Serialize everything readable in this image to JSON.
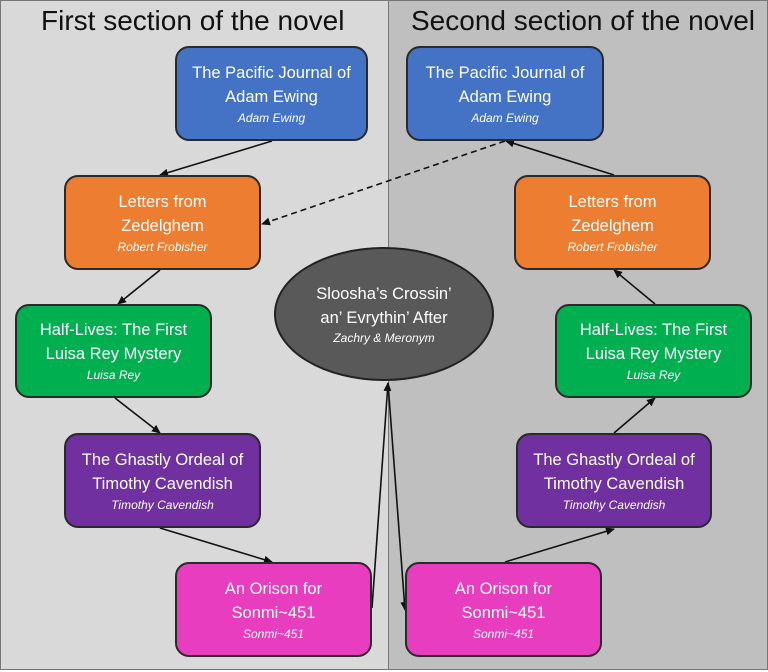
{
  "sections": {
    "left_title": "First section of the novel",
    "right_title": "Second section of the novel"
  },
  "nodes": {
    "pacific": {
      "title_lines": [
        "The Pacific Journal of",
        "Adam Ewing"
      ],
      "author": "Adam Ewing",
      "color": "#4472c4"
    },
    "letters": {
      "title_lines": [
        "Letters from",
        "Zedelghem"
      ],
      "author": "Robert Frobisher",
      "color": "#ed7d31"
    },
    "halflives": {
      "title_lines": [
        "Half-Lives: The First",
        "Luisa Rey Mystery"
      ],
      "author": "Luisa Rey",
      "color": "#00b050"
    },
    "ghastly": {
      "title_lines": [
        "The Ghastly Ordeal of",
        "Timothy Cavendish"
      ],
      "author": "Timothy Cavendish",
      "color": "#7030a0"
    },
    "orison": {
      "title_lines": [
        "An Orison for",
        "Sonmi~451"
      ],
      "author": "Sonmi~451",
      "color": "#e83dbf"
    },
    "sloosha": {
      "title_lines": [
        "Sloosha’s Crossin’",
        "an’ Evrythin’ After"
      ],
      "author": "Zachry & Meronym",
      "color": "#595959"
    }
  }
}
